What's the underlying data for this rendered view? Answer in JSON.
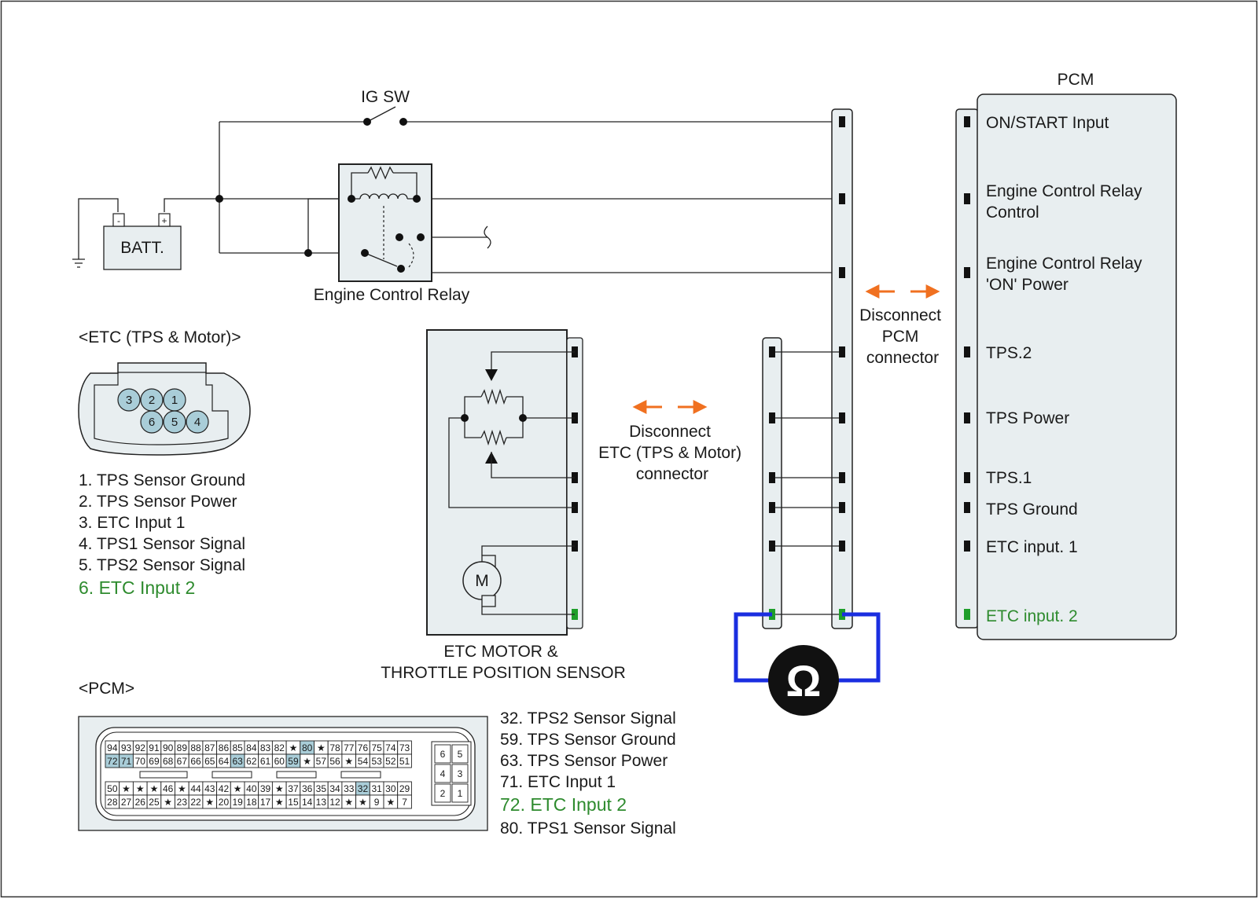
{
  "pcm": {
    "title": "PCM",
    "pins": [
      {
        "label": [
          "ON/START Input"
        ]
      },
      {
        "label": [
          "Engine Control Relay",
          "Control"
        ]
      },
      {
        "label": [
          "Engine Control Relay",
          "'ON' Power"
        ]
      },
      {
        "label": [
          "TPS.2"
        ]
      },
      {
        "label": [
          "TPS Power"
        ]
      },
      {
        "label": [
          "TPS.1"
        ]
      },
      {
        "label": [
          "TPS Ground"
        ]
      },
      {
        "label": [
          "ETC input. 1"
        ]
      },
      {
        "label": [
          "ETC input. 2"
        ],
        "highlight": true
      }
    ]
  },
  "labels": {
    "ig_sw": "IG SW",
    "batt": "BATT.",
    "batt_minus": "-",
    "batt_plus": "+",
    "relay": "Engine Control Relay",
    "etc_module": [
      "ETC MOTOR &",
      "THROTTLE POSITION SENSOR"
    ],
    "motor": "M",
    "ohm": "Ω",
    "disconnect_pcm": [
      "Disconnect",
      "PCM",
      "connector"
    ],
    "disconnect_etc": [
      "Disconnect",
      "ETC (TPS & Motor)",
      "connector"
    ]
  },
  "etc_connector": {
    "title": "<ETC (TPS & Motor)>",
    "pin_numbers_top": [
      "3",
      "2",
      "1"
    ],
    "pin_numbers_bottom": [
      "6",
      "5",
      "4"
    ],
    "legend": [
      {
        "text": "1. TPS Sensor Ground"
      },
      {
        "text": "2. TPS Sensor Power"
      },
      {
        "text": "3. ETC Input 1"
      },
      {
        "text": "4. TPS1 Sensor Signal"
      },
      {
        "text": "5. TPS2 Sensor Signal"
      },
      {
        "text": "6. ETC Input 2",
        "highlight": true
      }
    ]
  },
  "pcm_connector": {
    "title": "<PCM>",
    "rows": [
      [
        "94",
        "93",
        "92",
        "91",
        "90",
        "89",
        "88",
        "87",
        "86",
        "85",
        "84",
        "83",
        "82",
        "★",
        "80",
        "★",
        "78",
        "77",
        "76",
        "75",
        "74",
        "73"
      ],
      [
        "72",
        "71",
        "70",
        "69",
        "68",
        "67",
        "66",
        "65",
        "64",
        "63",
        "62",
        "61",
        "60",
        "59",
        "★",
        "57",
        "56",
        "★",
        "54",
        "53",
        "52",
        "51"
      ],
      [
        "50",
        "★",
        "★",
        "★",
        "46",
        "★",
        "44",
        "43",
        "42",
        "★",
        "40",
        "39",
        "★",
        "37",
        "36",
        "35",
        "34",
        "33",
        "32",
        "31",
        "30",
        "29"
      ],
      [
        "28",
        "27",
        "26",
        "25",
        "★",
        "23",
        "22",
        "★",
        "20",
        "19",
        "18",
        "17",
        "★",
        "15",
        "14",
        "13",
        "12",
        "★",
        "★",
        "9",
        "★",
        "7"
      ]
    ],
    "highlighted": [
      "72",
      "71",
      "63",
      "80",
      "59",
      "32"
    ],
    "side_pins": [
      [
        "6",
        "5"
      ],
      [
        "4",
        "3"
      ],
      [
        "2",
        "1"
      ]
    ],
    "legend": [
      {
        "text": "32. TPS2 Sensor Signal"
      },
      {
        "text": "59. TPS Sensor Ground"
      },
      {
        "text": "63. TPS Sensor Power"
      },
      {
        "text": "71. ETC Input 1"
      },
      {
        "text": "72. ETC Input 2",
        "highlight": true
      },
      {
        "text": "80. TPS1 Sensor Signal"
      }
    ]
  },
  "colors": {
    "box_fill": "#e8eef0",
    "highlight_pin": "#a9cdd8",
    "green": "#2e8b2e",
    "arrow": "#f07020",
    "meter_wire": "#1a2ee0"
  }
}
